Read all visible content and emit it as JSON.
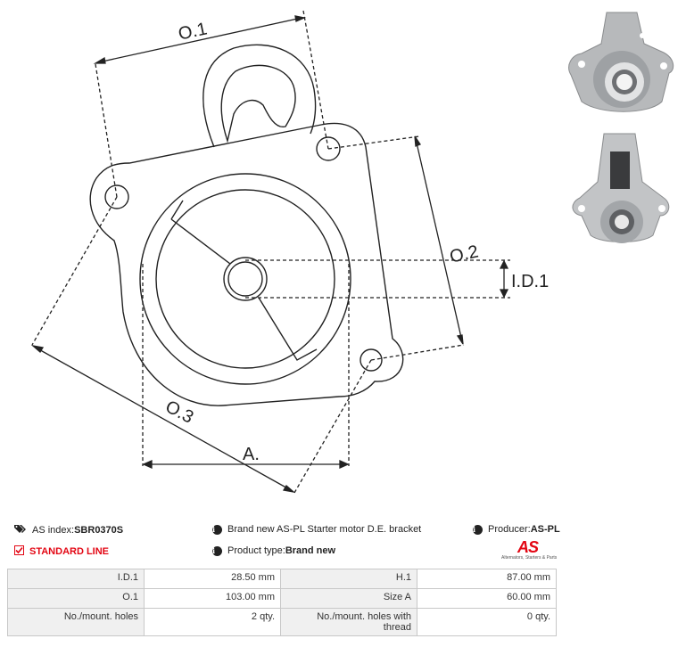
{
  "drawing_labels": {
    "o1": "O.1",
    "o2": "O.2",
    "o3": "O.3",
    "id1": "I.D.1",
    "a": "A."
  },
  "photos": [
    "product photo front",
    "product photo rear"
  ],
  "info": {
    "index_label": "AS index: ",
    "index_value": "SBR0370S",
    "description": "Brand new AS-PL Starter motor D.E. bracket",
    "producer_label": "Producer: ",
    "producer_value": "AS-PL",
    "line": "STANDARD LINE",
    "type_label": "Product type: ",
    "type_value": "Brand new",
    "logo_text": "AS",
    "logo_tagline": "Alternators, Starters & Parts"
  },
  "specs": [
    {
      "l1": "I.D.1",
      "v1": "28.50 mm",
      "l2": "H.1",
      "v2": "87.00 mm"
    },
    {
      "l1": "O.1",
      "v1": "103.00 mm",
      "l2": "Size A",
      "v2": "60.00 mm"
    },
    {
      "l1": "No./mount. holes",
      "v1": "2 qty.",
      "l2": "No./mount. holes with thread",
      "v2": "0 qty."
    }
  ],
  "colors": {
    "accent": "#e30613",
    "label_bg": "#f0f0f0",
    "border": "#c8c8c8"
  },
  "icons": [
    "tags-icon",
    "info-icon",
    "check-square-icon"
  ]
}
